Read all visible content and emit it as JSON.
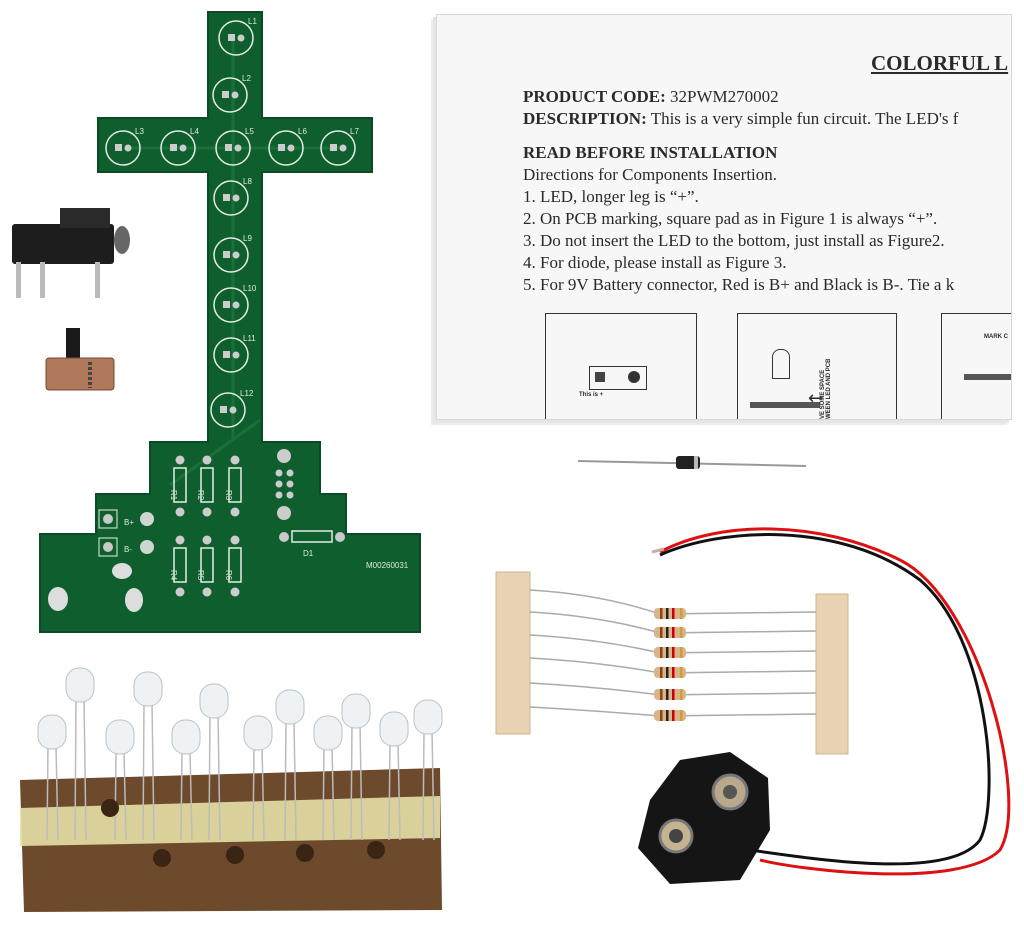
{
  "sheet": {
    "title": "COLORFUL L",
    "product_code_label": "PRODUCT CODE:",
    "product_code": "32PWM270002",
    "description_label": "DESCRIPTION:",
    "description": "This is a very simple fun circuit. The LED's f",
    "read_before": "READ BEFORE INSTALLATION",
    "directions": "Directions for Components Insertion.",
    "steps": [
      "1.  LED, longer leg is “+”.",
      "2.  On PCB marking, square pad as in Figure 1 is always “+”.",
      "3.  Do not insert the LED to the bottom, just install as Figure2.",
      "4.  For diode, please install as Figure 3.",
      "5.  For 9V Battery connector, Red is B+ and Black is B-. Tie a k"
    ],
    "fig1_caption": "This is +",
    "fig2_caption_1": "VE SOME SPACE",
    "fig2_caption_2": "WEEN LED AND PCB",
    "fig3_caption": "MARK C"
  },
  "pcb": {
    "led_labels": [
      "L1",
      "L2",
      "L3",
      "L4",
      "L5",
      "L6",
      "L7",
      "L8",
      "L9",
      "L10",
      "L11",
      "L12"
    ],
    "resistor_labels": [
      "R1",
      "R2",
      "R3",
      "R4",
      "R5",
      "R6"
    ],
    "diode_label": "D1",
    "bplus": "B+",
    "bminus": "B-",
    "board_code": "M00260031"
  },
  "colors": {
    "pcb": "#0d5a2c",
    "pcb_edge": "#0a4a24",
    "wire_red": "#d11",
    "wire_black": "#111",
    "tape": "#6b4a2e",
    "paper": "#f7f7f7"
  }
}
